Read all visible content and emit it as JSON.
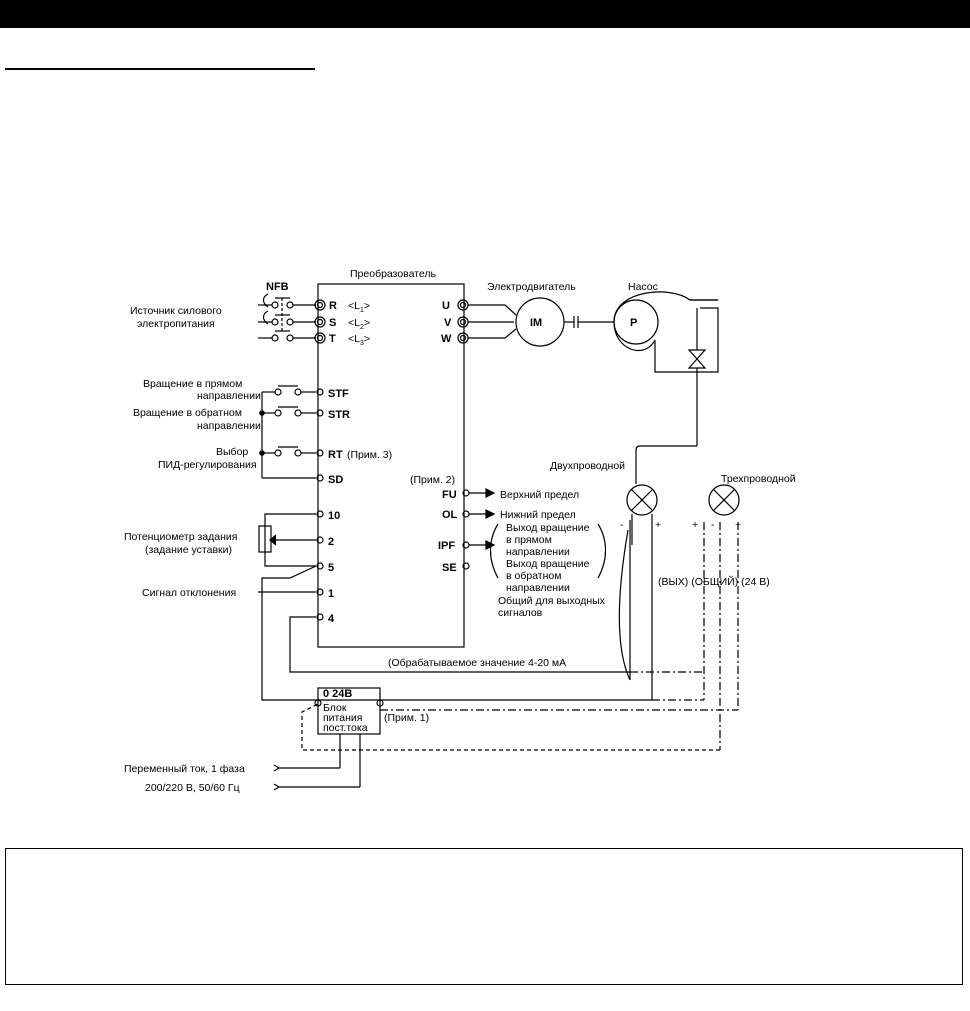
{
  "diagram": {
    "inverter": "Преобразователь",
    "motor": "Электродвигатель",
    "pump": "Насос",
    "nfb": "NFB",
    "im": "IM",
    "p": "P",
    "power_source": [
      "Источник силового",
      "электропитания"
    ],
    "inputs": {
      "R": "R",
      "S": "S",
      "T": "T",
      "L1": "L",
      "L2": "L",
      "L3": "L",
      "sub1": "1",
      "sub2": "2",
      "sub3": "3",
      "STF": "STF",
      "STR": "STR",
      "RT": "RT",
      "SD": "SD",
      "t10": "10",
      "t2": "2",
      "t5": "5",
      "t1": "1",
      "t4": "4"
    },
    "outputs": {
      "U": "U",
      "V": "V",
      "W": "W",
      "FU": "FU",
      "OL": "OL",
      "IPF": "IPF",
      "SE": "SE"
    },
    "labels": {
      "forward": [
        "Вращение в прямом",
        "направлении"
      ],
      "reverse": [
        "Вращение в обратном",
        "направлении"
      ],
      "pid": [
        "Выбор",
        "ПИД-регулирования"
      ],
      "rt_note": "(Прим. 3)",
      "potentiometer": [
        "Потенциометр задания",
        "(задание уставки)"
      ],
      "deviation": "Сигнал отклонения",
      "note2": "(Прим. 2)",
      "upper": "Верхний предел",
      "lower": "Нижний предел",
      "ipf_lines": [
        "Выход вращение",
        "в прямом",
        "направлении",
        "Выход вращение",
        "в обратном",
        "направлении"
      ],
      "common_out": [
        "Общий для выходных",
        "сигналов"
      ],
      "two_wire": "Двухпроводной",
      "three_wire": "Трехпроводной",
      "three_wire_pins": "(ВЫХ) (ОБЩИЙ) (24 В)",
      "process_value": "(Обрабатываемое значение 4-20 мА",
      "psu_header": "0   24В",
      "psu_body": [
        "Блок",
        "питания",
        "пост.тока"
      ],
      "note1": "(Прим. 1)",
      "ac_supply": [
        "Переменный ток, 1 фаза",
        "200/220 В, 50/60 Гц"
      ],
      "minus": "-",
      "plus": "+"
    }
  }
}
